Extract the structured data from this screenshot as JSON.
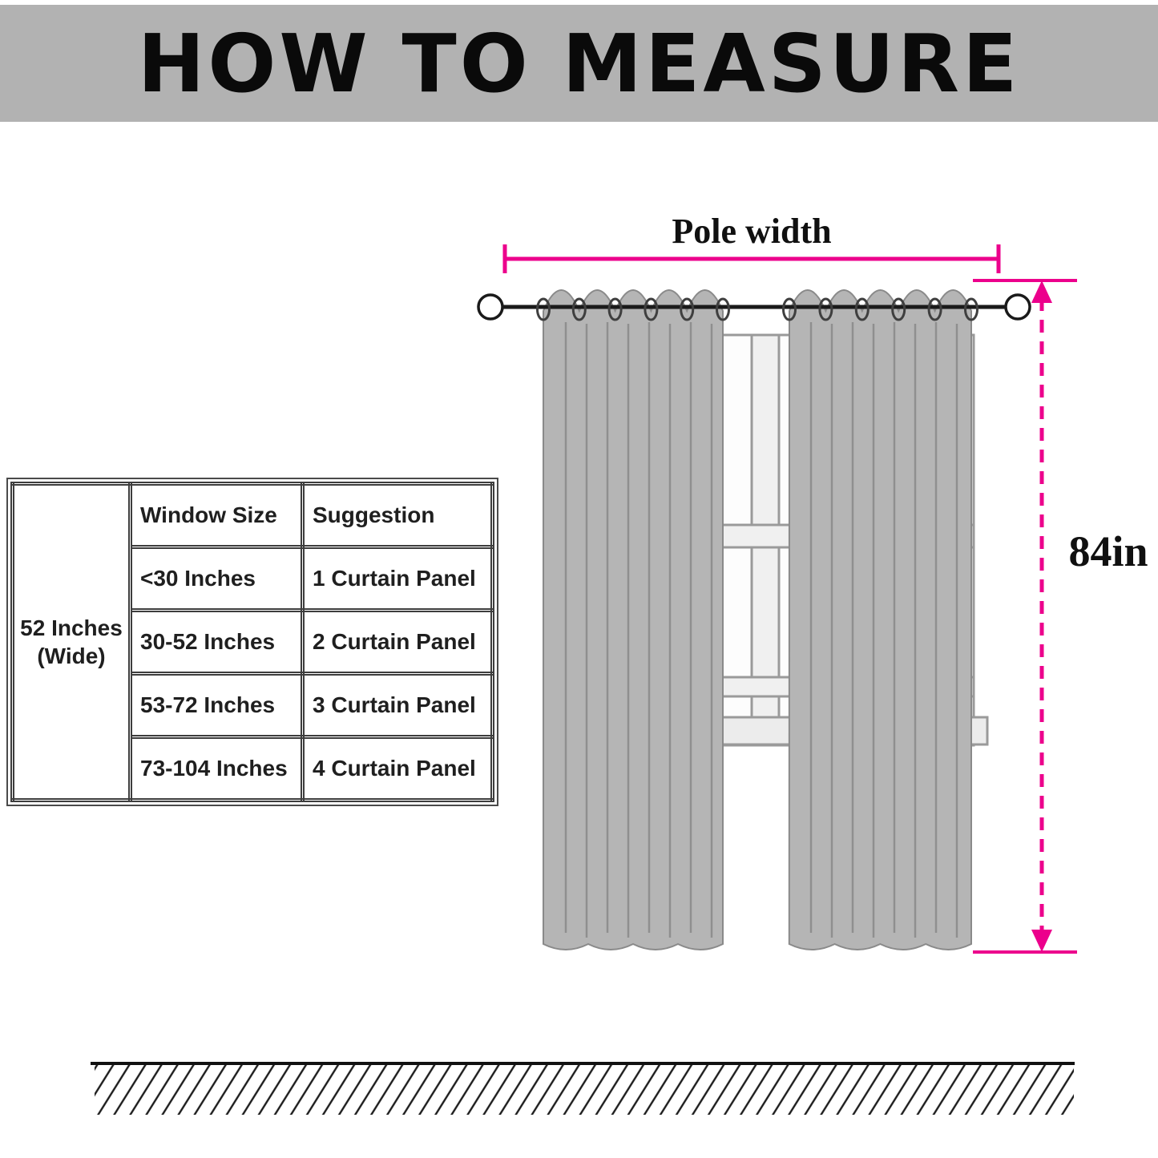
{
  "header": {
    "title": "HOW TO MEASURE",
    "background_color": "#B2B2B2"
  },
  "diagram": {
    "pole_width_label": "Pole width",
    "height_label": "84in",
    "accent_color": "#EC008C",
    "curtain_color": "#B5B5B5"
  },
  "table": {
    "side_label": "52 Inches (Wide)",
    "columns": [
      "Window Size",
      "Suggestion"
    ],
    "rows": [
      {
        "window_size": "<30 Inches",
        "suggestion": "1 Curtain Panel"
      },
      {
        "window_size": "30-52 Inches",
        "suggestion": "2 Curtain Panel"
      },
      {
        "window_size": "53-72 Inches",
        "suggestion": "3 Curtain Panel"
      },
      {
        "window_size": "73-104 Inches",
        "suggestion": "4 Curtain Panel"
      }
    ]
  }
}
